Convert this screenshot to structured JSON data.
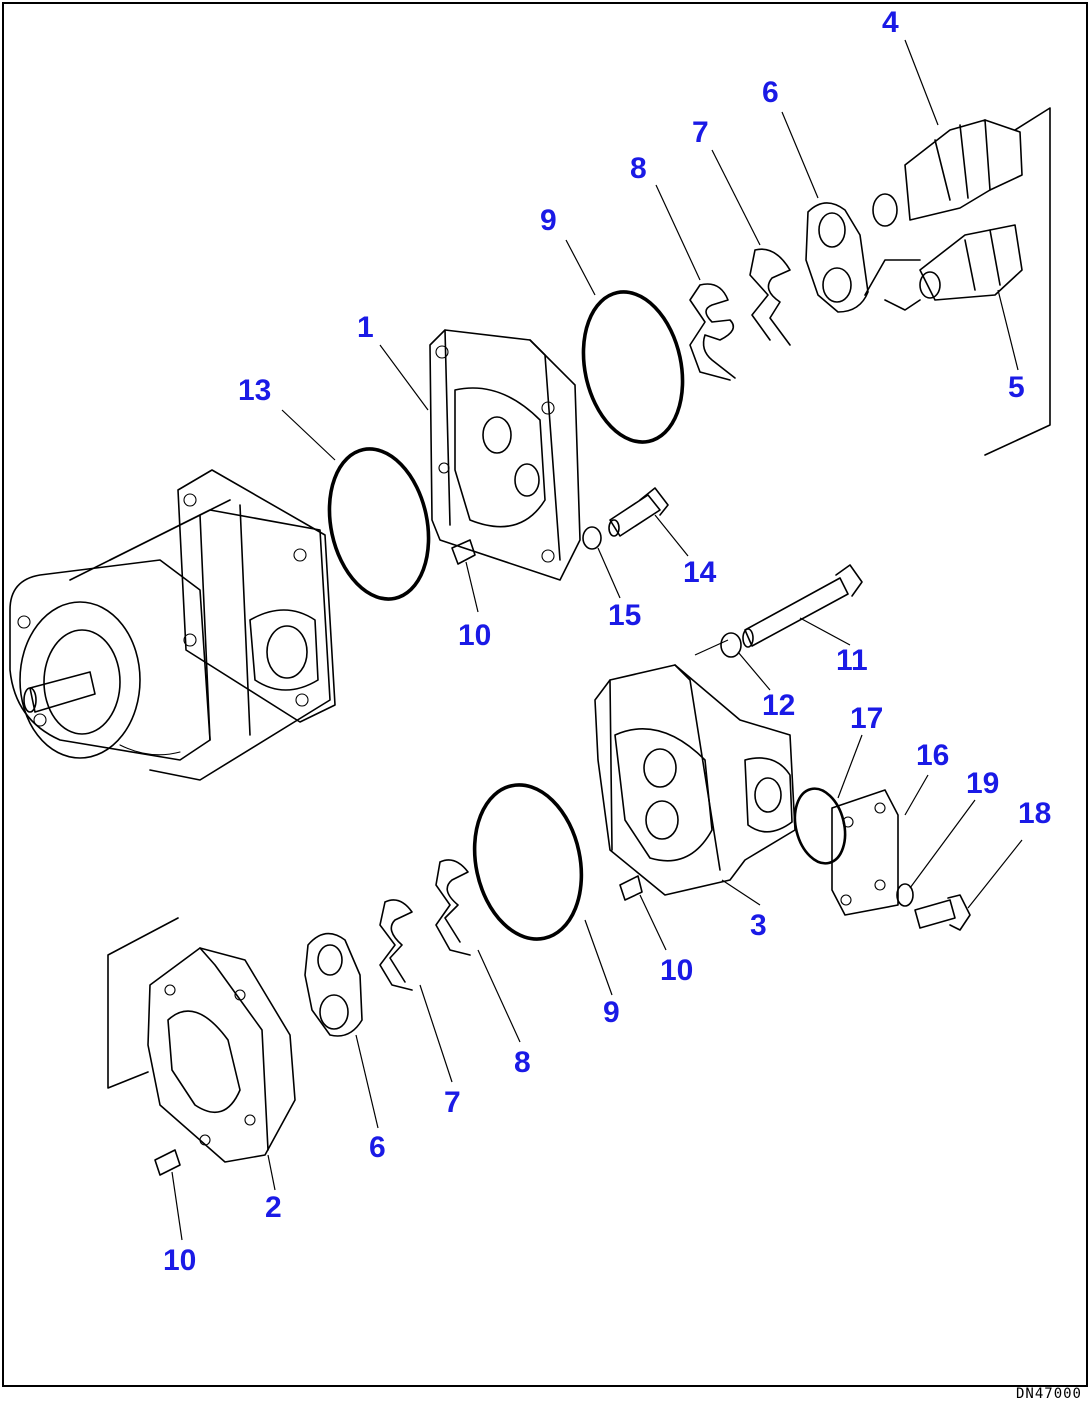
{
  "diagram_code": "DN47000",
  "label_color": "#1a1ae6",
  "callouts": {
    "c1": "1",
    "c2": "2",
    "c3": "3",
    "c4": "4",
    "c5": "5",
    "c6a": "6",
    "c6b": "6",
    "c7a": "7",
    "c7b": "7",
    "c8a": "8",
    "c8b": "8",
    "c9a": "9",
    "c9b": "9",
    "c10a": "10",
    "c10b": "10",
    "c10c": "10",
    "c11": "11",
    "c12": "12",
    "c13": "13",
    "c14": "14",
    "c15": "15",
    "c16": "16",
    "c17": "17",
    "c18": "18",
    "c19": "19"
  }
}
